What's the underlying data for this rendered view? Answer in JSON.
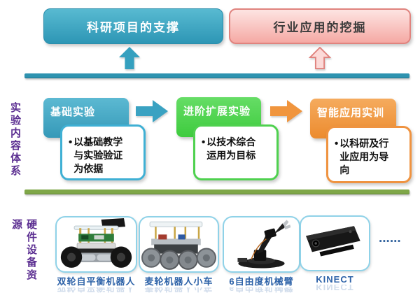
{
  "palette": {
    "teal": "#2e93b0",
    "teal_box_top": "#58bad1",
    "pink_fill": "#f5a9a4",
    "pink_border": "#e0837e",
    "stage_green": "#3ecb3e",
    "stage_orange": "#ec8b2e",
    "olive_bar": "#7fa748",
    "purple_side_label": "#5b2e91",
    "device_label_blue": "#2d62a8",
    "device_card_border": "#8fd2e8"
  },
  "top": {
    "research_box_label": "科研项目的支撑",
    "industry_box_label": "行业应用的挖掘"
  },
  "middle": {
    "side_label": "实验内容体系",
    "stages": [
      {
        "title": "基础实验",
        "bullet": "以基础教学与实验验证为依据"
      },
      {
        "title": "进阶扩展实验",
        "bullet": "以技术综合运用为目标"
      },
      {
        "title": "智能应用实训",
        "bullet": "以科研及行业应用为导向"
      }
    ]
  },
  "bottom": {
    "side_label": "硬件设备资源",
    "devices": [
      {
        "label": "双轮自平衡机器人"
      },
      {
        "label": "麦轮机器人小车"
      },
      {
        "label": "6自由度机械臂"
      },
      {
        "label": "KINECT"
      }
    ],
    "ellipsis": "......"
  }
}
